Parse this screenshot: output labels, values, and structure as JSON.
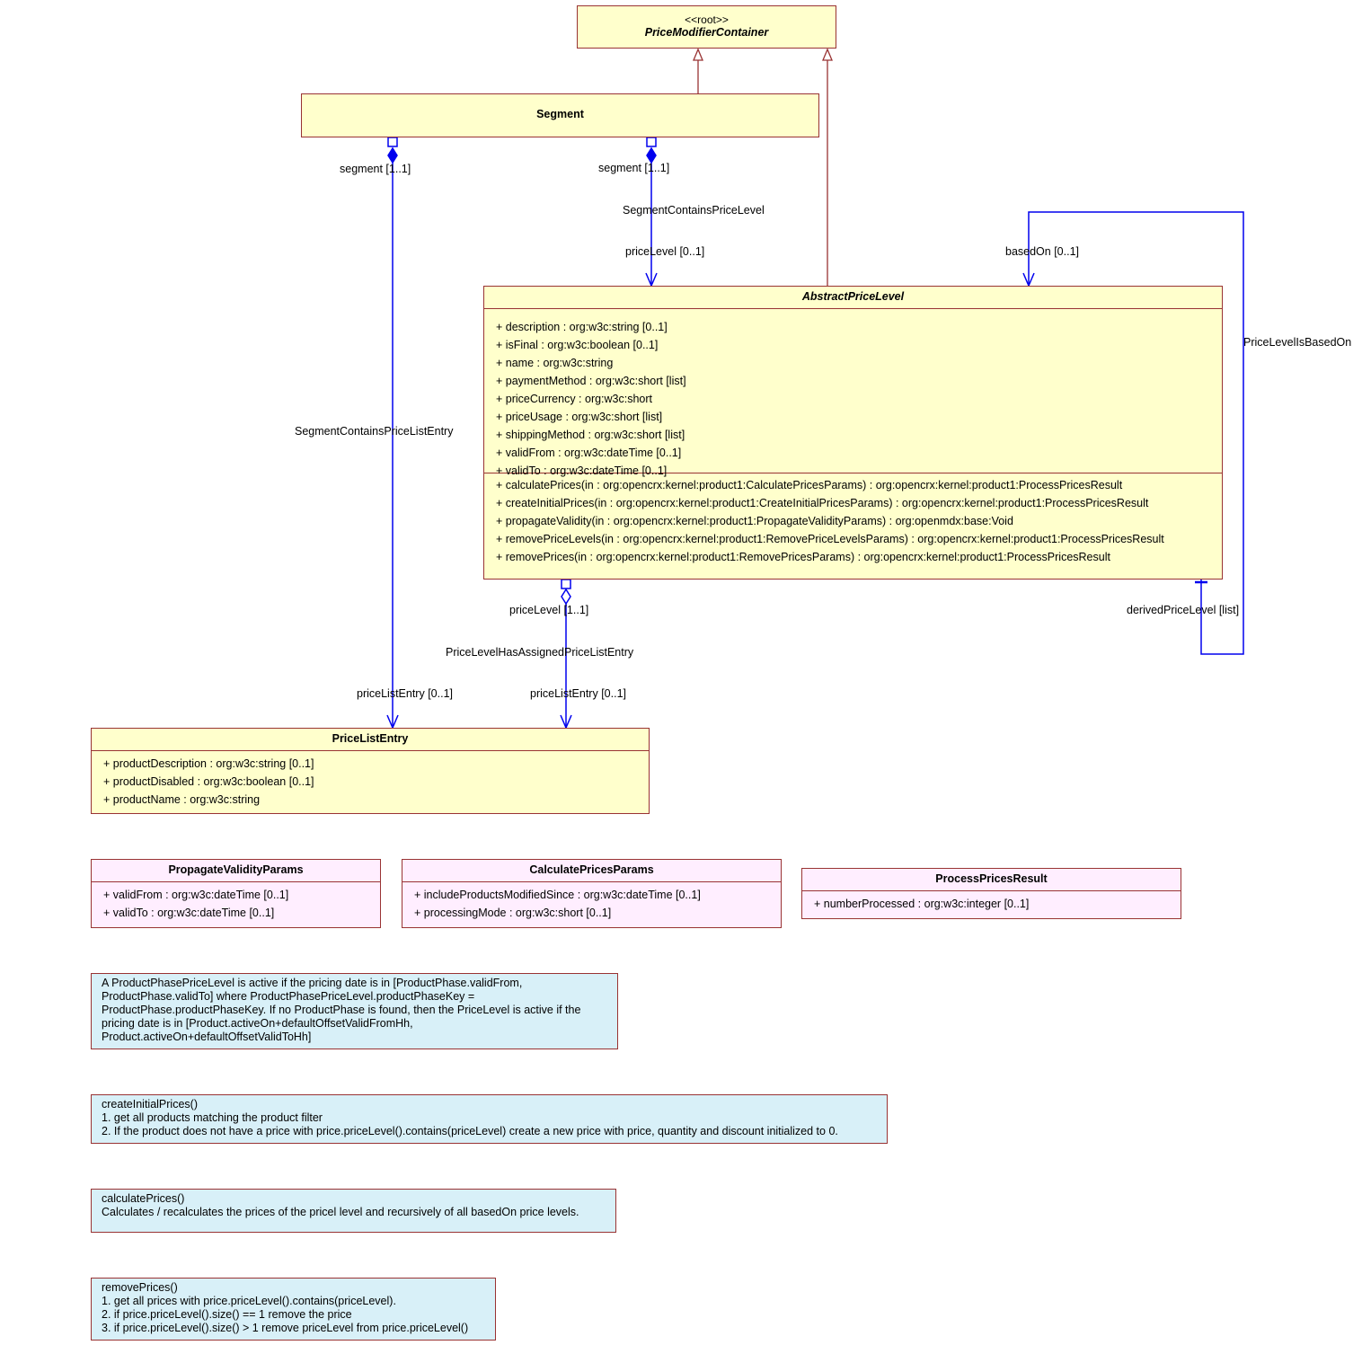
{
  "classes": {
    "price_modifier_container": {
      "stereotype": "<<root>>",
      "name": "PriceModifierContainer"
    },
    "segment": {
      "name": "Segment"
    },
    "abstract_price_level": {
      "name": "AbstractPriceLevel",
      "attributes": [
        "+ description : org:w3c:string [0..1]",
        "+ isFinal : org:w3c:boolean [0..1]",
        "+ name : org:w3c:string",
        "+ paymentMethod : org:w3c:short [list]",
        "+ priceCurrency : org:w3c:short",
        "+ priceUsage : org:w3c:short [list]",
        "+ shippingMethod : org:w3c:short [list]",
        "+ validFrom : org:w3c:dateTime [0..1]",
        "+ validTo : org:w3c:dateTime [0..1]"
      ],
      "operations": [
        "+ calculatePrices(in : org:opencrx:kernel:product1:CalculatePricesParams) : org:opencrx:kernel:product1:ProcessPricesResult",
        "+ createInitialPrices(in : org:opencrx:kernel:product1:CreateInitialPricesParams) : org:opencrx:kernel:product1:ProcessPricesResult",
        "+ propagateValidity(in : org:opencrx:kernel:product1:PropagateValidityParams) : org:openmdx:base:Void",
        "+ removePriceLevels(in : org:opencrx:kernel:product1:RemovePriceLevelsParams) : org:opencrx:kernel:product1:ProcessPricesResult",
        "+ removePrices(in : org:opencrx:kernel:product1:RemovePricesParams) : org:opencrx:kernel:product1:ProcessPricesResult"
      ]
    },
    "price_list_entry": {
      "name": "PriceListEntry",
      "attributes": [
        "+ productDescription : org:w3c:string [0..1]",
        "+ productDisabled : org:w3c:boolean [0..1]",
        "+ productName : org:w3c:string"
      ]
    },
    "propagate_validity_params": {
      "name": "PropagateValidityParams",
      "attributes": [
        "+ validFrom : org:w3c:dateTime [0..1]",
        "+ validTo : org:w3c:dateTime [0..1]"
      ]
    },
    "calculate_prices_params": {
      "name": "CalculatePricesParams",
      "attributes": [
        "+ includeProductsModifiedSince : org:w3c:dateTime [0..1]",
        "+ processingMode : org:w3c:short [0..1]"
      ]
    },
    "process_prices_result": {
      "name": "ProcessPricesResult",
      "attributes": [
        "+ numberProcessed : org:w3c:integer [0..1]"
      ]
    }
  },
  "associations": {
    "segment_contains_price_list_entry": {
      "name": "SegmentContainsPriceListEntry",
      "end_a": "segment [1..1]",
      "end_b": "priceListEntry [0..1]"
    },
    "segment_contains_price_level": {
      "name": "SegmentContainsPriceLevel",
      "end_a": "segment [1..1]",
      "end_b": "priceLevel [0..1]"
    },
    "price_level_is_based_on": {
      "name": "PriceLevelIsBasedOn",
      "end_a": "basedOn [0..1]",
      "end_b": "derivedPriceLevel [list]"
    },
    "price_level_has_assigned_price_list_entry": {
      "name": "PriceLevelHasAssignedPriceListEntry",
      "end_a": "priceLevel [1..1]",
      "end_b": "priceListEntry [0..1]"
    }
  },
  "notes": {
    "note1": "A ProductPhasePriceLevel is active if the pricing date is in [ProductPhase.validFrom,\nProductPhase.validTo] where ProductPhasePriceLevel.productPhaseKey =\nProductPhase.productPhaseKey. If no ProductPhase is found, then the PriceLevel is active if the\npricing date is in [Product.activeOn+defaultOffsetValidFromHh,\nProduct.activeOn+defaultOffsetValidToHh]",
    "note2": "createInitialPrices()\n1. get all products matching the product filter\n2. If the product does not have a price with price.priceLevel().contains(priceLevel) create a new price with price, quantity and discount initialized to 0.",
    "note3": "calculatePrices()\nCalculates / recalculates the prices of the pricel level and recursively of all basedOn price levels.",
    "note4": "removePrices()\n1. get all prices with price.priceLevel().contains(priceLevel).\n2. if price.priceLevel().size() == 1 remove the price\n3. if price.priceLevel().size() > 1 remove priceLevel from price.priceLevel()"
  },
  "colors": {
    "class_fill": "#ffffcc",
    "param_fill": "#ffeeff",
    "note_fill": "#d8f0f8",
    "border": "#993333",
    "association": "#0000ee"
  }
}
